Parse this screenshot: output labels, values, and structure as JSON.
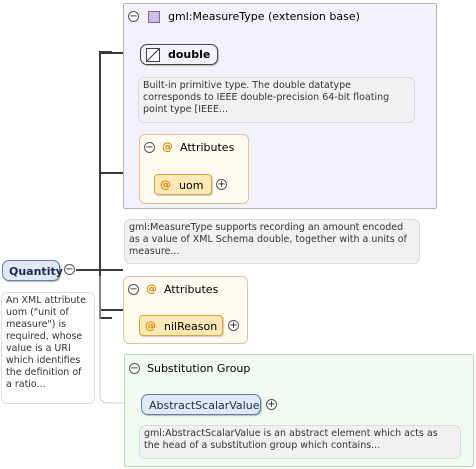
{
  "extension": {
    "header": "gml:MeasureType (extension base)",
    "base_type": "double",
    "base_doc": [
      "Built-in primitive type. The double datatype",
      "corresponds to IEEE double-precision 64-bit floating",
      "point type [IEEE..."
    ],
    "attributes_label": "Attributes",
    "attribute": "uom"
  },
  "measure_doc": [
    "gml:MeasureType supports recording an amount encoded",
    "as a value of XML Schema double, together with a units of",
    "measure..."
  ],
  "element": {
    "name": "Quantity",
    "doc": [
      "An XML attribute",
      "uom (\"unit of",
      "measure\") is",
      "required, whose",
      "value is a URI",
      "which identifies",
      "the definition of",
      "a ratio..."
    ]
  },
  "attributes": {
    "label": "Attributes",
    "attribute": "nilReason"
  },
  "substitution": {
    "label": "Substitution Group",
    "element": "AbstractScalarValue",
    "doc": [
      "gml:AbstractScalarValue is an abstract element which acts as",
      "the head of a substitution group which contains..."
    ]
  },
  "colors": {
    "extension_bg": "#f4f1fa",
    "attributes_bg": "#fffbf0",
    "substitution_bg": "#f2fbf1",
    "attribute_pill": "#fde8b6",
    "element_pill": "#dfe9f7"
  }
}
